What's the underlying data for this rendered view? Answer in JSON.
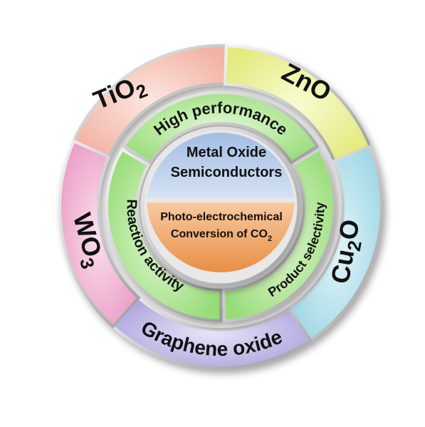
{
  "outer_ring": {
    "segments": [
      {
        "id": "tio2",
        "base": "TiO",
        "sub": "2",
        "color": "#f7c8bd"
      },
      {
        "id": "zno",
        "base": "ZnO",
        "sub": "",
        "color": "#eef2a4"
      },
      {
        "id": "cu2o",
        "base": "Cu",
        "sub": "2",
        "tail": "O",
        "color": "#bfe6ef"
      },
      {
        "id": "graphene",
        "base": "Graphene oxide",
        "sub": "",
        "color": "#c7c1ea"
      },
      {
        "id": "wo3",
        "base": "WO",
        "sub": "3",
        "color": "#f3b9d8"
      }
    ]
  },
  "middle_ring": {
    "color": "#b9eaa3",
    "segments": [
      {
        "id": "high-performance",
        "label": "High performance"
      },
      {
        "id": "product-selectivity",
        "label": "Product selectivity"
      },
      {
        "id": "reaction-activity",
        "label": "Reaction activity"
      }
    ]
  },
  "center": {
    "top_line1": "Metal Oxide",
    "top_line2": "Semiconductors",
    "top_color": "#9cb6db",
    "bottom_line1": "Photo-electrochemical",
    "bottom_line2_base": "Conversion of CO",
    "bottom_line2_sub": "2",
    "bottom_color": "#f0a86a"
  }
}
